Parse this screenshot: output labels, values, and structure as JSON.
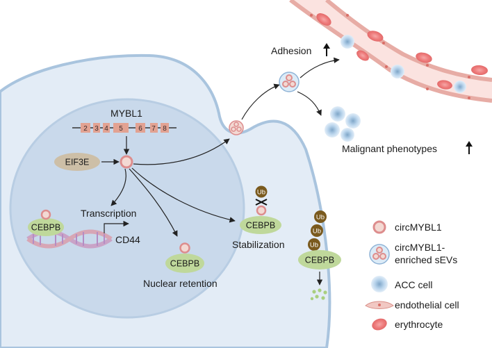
{
  "gene": {
    "name": "MYBL1",
    "exons": [
      "2",
      "3",
      "4",
      "5",
      "6",
      "7",
      "8"
    ]
  },
  "nodes": {
    "eif3e": "EIF3E",
    "cebpb": "CEBPB",
    "cd44": "CD44",
    "ub": "Ub"
  },
  "labels": {
    "adhesion": "Adhesion",
    "malignant": "Malignant phenotypes",
    "transcription": "Transcription",
    "nuclear_retention": "Nuclear retention",
    "stabilization": "Stabilization"
  },
  "legend": [
    {
      "icon": "circ-ring-icon",
      "text": "circMYBL1"
    },
    {
      "icon": "sev-cluster-icon",
      "text_line1": "circMYBL1-",
      "text_line2": "enriched sEVs"
    },
    {
      "icon": "acc-cell-icon",
      "text": "ACC cell"
    },
    {
      "icon": "endothelial-cell-icon",
      "text": "endothelial cell"
    },
    {
      "icon": "erythrocyte-icon",
      "text": "erythrocyte"
    }
  ],
  "colors": {
    "cell": "#e3ecf6",
    "cell_border": "#a9c4de",
    "nucleus": "#c9d9eb",
    "nucleus_border": "#b8cde3",
    "exon": "#e2a292",
    "ring": "#dd8d8d",
    "ring_fill": "#f3d9d3",
    "eif3e": "#cdbfa7",
    "cebpb": "#bfd89b",
    "ub": "#7a5a1e",
    "vessel_wall": "#f1c8c3",
    "erythrocyte": "#ee7c7c",
    "acc_cell": "#b9d4ec"
  }
}
